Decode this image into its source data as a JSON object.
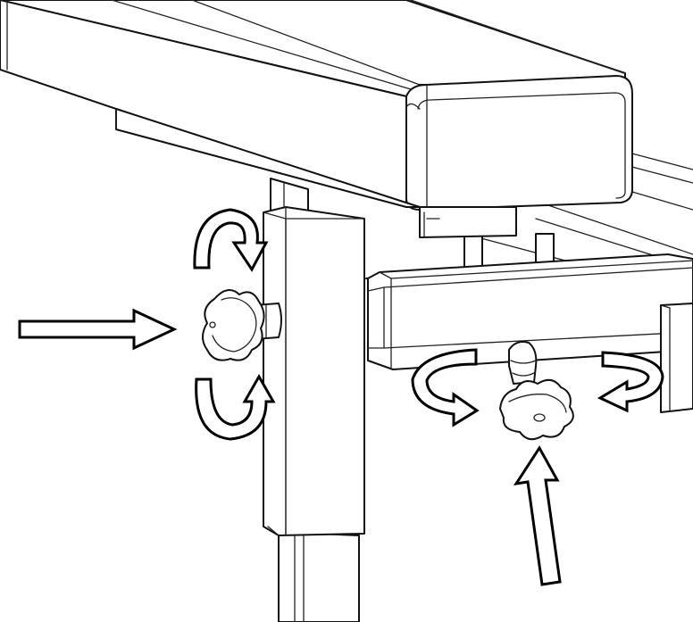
{
  "figure": {
    "kind": "assembly-instruction-illustration",
    "line_color": "#111111",
    "background": "#ffffff",
    "parts": [
      "bench-top",
      "front-leg",
      "rear-leg",
      "cross-beam",
      "right-bracket",
      "side-knob",
      "bottom-knob"
    ],
    "arrows": [
      {
        "name": "push-arrow-left",
        "direction": "right"
      },
      {
        "name": "push-arrow-bottom",
        "direction": "up"
      },
      {
        "name": "rotate-arrow-side-top",
        "direction": "clockwise"
      },
      {
        "name": "rotate-arrow-side-bottom",
        "direction": "clockwise"
      },
      {
        "name": "rotate-arrow-bottom-left",
        "direction": "clockwise"
      },
      {
        "name": "rotate-arrow-bottom-right",
        "direction": "clockwise"
      }
    ]
  }
}
